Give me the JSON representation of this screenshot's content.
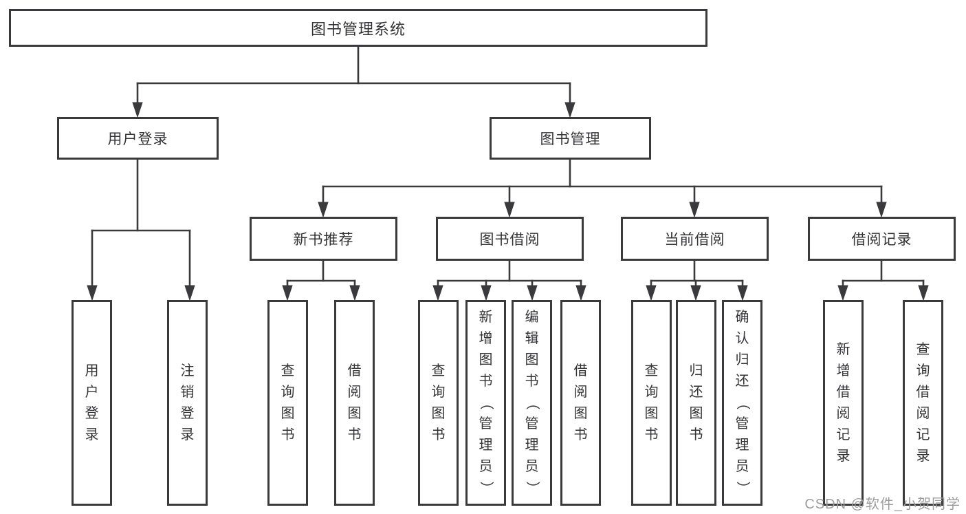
{
  "colors": {
    "line": "#3a3a3c",
    "text": "#333335",
    "box_bg": "#ffffff",
    "page_bg": "#ffffff",
    "watermark": "#9c9c9c"
  },
  "diagram": {
    "root": {
      "label": "图书管理系统"
    },
    "level2": [
      {
        "label": "用户登录"
      },
      {
        "label": "图书管理"
      }
    ],
    "level3": [
      {
        "label": "新书推荐"
      },
      {
        "label": "图书借阅"
      },
      {
        "label": "当前借阅"
      },
      {
        "label": "借阅记录"
      }
    ],
    "leaves": [
      {
        "label": "用户登录"
      },
      {
        "label": "注销登录"
      },
      {
        "label": "查询图书"
      },
      {
        "label": "借阅图书"
      },
      {
        "label": "查询图书"
      },
      {
        "label": "新增图书（管理员）"
      },
      {
        "label": "编辑图书（管理员）"
      },
      {
        "label": "借阅图书"
      },
      {
        "label": "查询图书"
      },
      {
        "label": "归还图书"
      },
      {
        "label": "确认归还（管理员）"
      },
      {
        "label": "新增借阅记录"
      },
      {
        "label": "查询借阅记录"
      }
    ]
  },
  "watermark": {
    "text": "CSDN @软件_小贺同学"
  }
}
